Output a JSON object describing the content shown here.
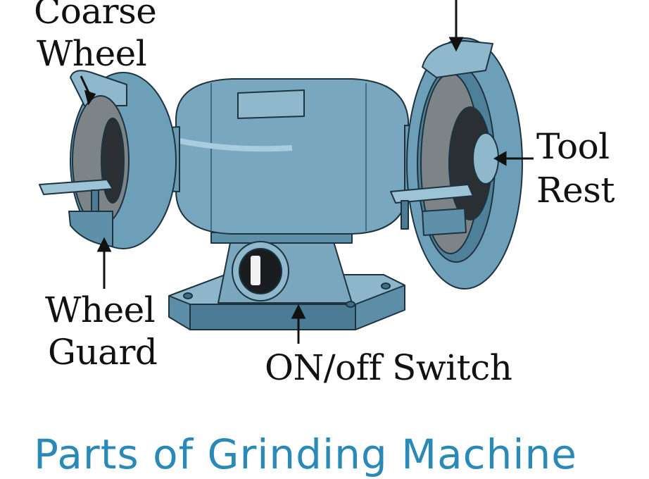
{
  "labels": {
    "coarse_wheel_line1": "Coarse",
    "coarse_wheel_line2": "Wheel",
    "tool_rest_line1": "Tool",
    "tool_rest_line2": "Rest",
    "wheel_guard_line1": "Wheel",
    "wheel_guard_line2": "Guard",
    "switch": "ON/off Switch"
  },
  "title": "Parts of Grinding Machine",
  "colors": {
    "body": "#6e9fb8",
    "body_dark": "#3f6f86",
    "body_light": "#9cc3d6",
    "wheel": "#7c8487",
    "outline": "#1d3440",
    "title": "#2b89b8"
  }
}
